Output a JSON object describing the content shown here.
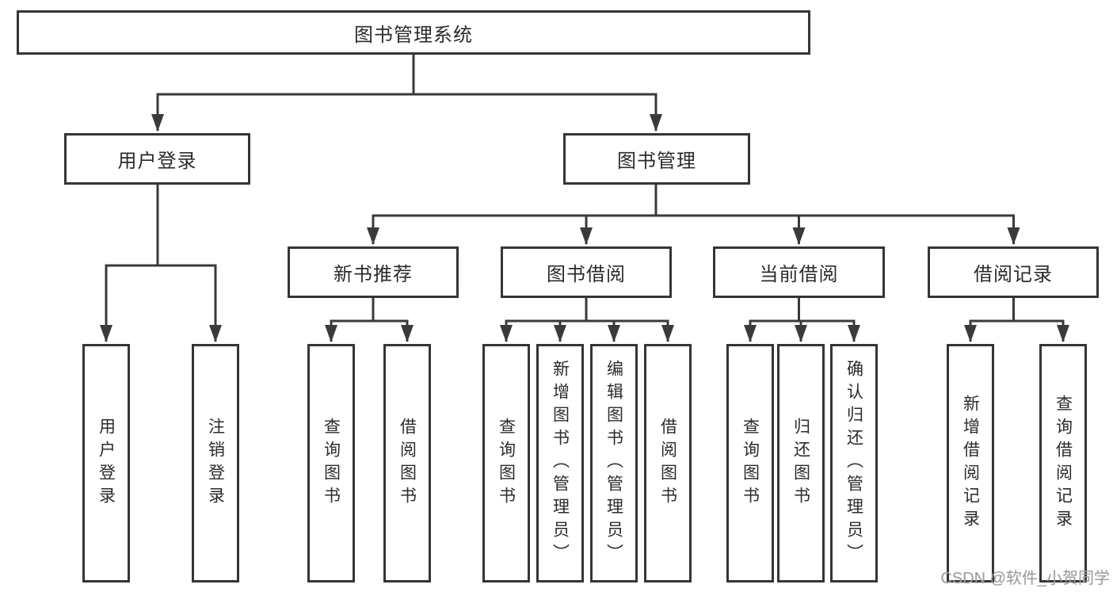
{
  "diagram": {
    "root": "图书管理系统",
    "level2": {
      "user_login": "用户登录",
      "book_mgmt": "图书管理"
    },
    "level3": [
      "新书推荐",
      "图书借阅",
      "当前借阅",
      "借阅记录"
    ],
    "leaves": {
      "user_login_group": [
        "用户登录",
        "注销登录"
      ],
      "new_book_group": [
        "查询图书",
        "借阅图书"
      ],
      "book_borrow_group": [
        "查询图书",
        "新增图书（管理员）",
        "编辑图书（管理员）",
        "借阅图书"
      ],
      "current_borrow_group": [
        "查询图书",
        "归还图书",
        "确认归还（管理员）"
      ],
      "borrow_record_group": [
        "新增借阅记录",
        "查询借阅记录"
      ]
    }
  },
  "watermark": "CSDN @软件_小贺同学",
  "colors": {
    "line": "#3a3a3a",
    "box_border": "#353535",
    "text": "#2b2b2b",
    "background": "#ffffff",
    "watermark": "#9e9e9e"
  }
}
